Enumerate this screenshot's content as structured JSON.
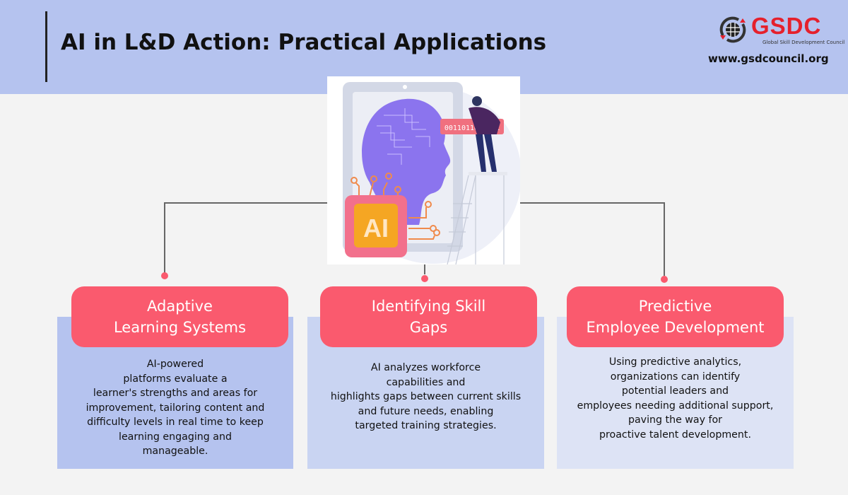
{
  "header": {
    "title": "AI in L&D Action: Practical Applications",
    "logo_text": "GSDC",
    "logo_subtitle": "Global Skill Development Council",
    "url": "www.gsdcouncil.org"
  },
  "hero": {
    "chip_label": "AI",
    "binary_label": "0011011010111"
  },
  "cards": [
    {
      "title": "Adaptive\nLearning Systems",
      "body": "AI-powered\nplatforms evaluate a\nlearner's strengths and areas for\nimprovement, tailoring content and\ndifficulty levels in real time to keep\nlearning engaging and\nmanageable."
    },
    {
      "title": "Identifying Skill\nGaps",
      "body": "AI analyzes workforce\ncapabilities and\nhighlights gaps between current skills\nand future needs, enabling\ntargeted training strategies."
    },
    {
      "title": "Predictive\nEmployee Development",
      "body": "Using predictive analytics,\norganizations can identify\npotential leaders and\nemployees needing additional support,\npaving the way for\nproactive talent development."
    }
  ],
  "colors": {
    "header_bg": "#b5c3ef",
    "accent": "#fa5a6e",
    "card1_bg": "#b5c3ef",
    "card2_bg": "#c9d4f2",
    "card3_bg": "#dde3f5",
    "logo_red": "#e5202c"
  }
}
